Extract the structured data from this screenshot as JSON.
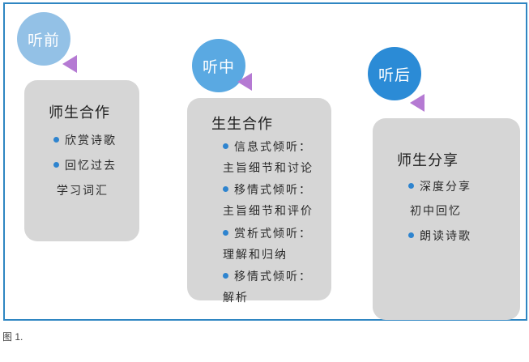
{
  "colors": {
    "frame": "#2f86c2",
    "bubble_light": "#93c1e6",
    "bubble_mid": "#5aa9e2",
    "bubble_dark": "#2b8bd6",
    "triangle": "#b57ad3",
    "card": "#d6d6d6",
    "bullet": "#2e84cf"
  },
  "stages": [
    {
      "bubble": "听前",
      "title": "师生合作",
      "items": [
        {
          "bullet": true,
          "text": "欣赏诗歌"
        },
        {
          "bullet": true,
          "text": "回忆过去"
        },
        {
          "bullet": false,
          "text": "学习词汇"
        }
      ]
    },
    {
      "bubble": "听中",
      "title": "生生合作",
      "items": [
        {
          "bullet": true,
          "text": "信息式倾听："
        },
        {
          "bullet": false,
          "text": "主旨细节和讨论"
        },
        {
          "bullet": true,
          "text": "移情式倾听："
        },
        {
          "bullet": false,
          "text": "主旨细节和评价"
        },
        {
          "bullet": true,
          "text": "赏析式倾听："
        },
        {
          "bullet": false,
          "text": "理解和归纳"
        },
        {
          "bullet": true,
          "text": "移情式倾听："
        },
        {
          "bullet": false,
          "text": "解析"
        }
      ]
    },
    {
      "bubble": "听后",
      "title": "师生分享",
      "items": [
        {
          "bullet": true,
          "text": "深度分享"
        },
        {
          "bullet": false,
          "text": "初中回忆"
        },
        {
          "bullet": true,
          "text": "朗读诗歌"
        }
      ]
    }
  ],
  "caption": "图 1."
}
